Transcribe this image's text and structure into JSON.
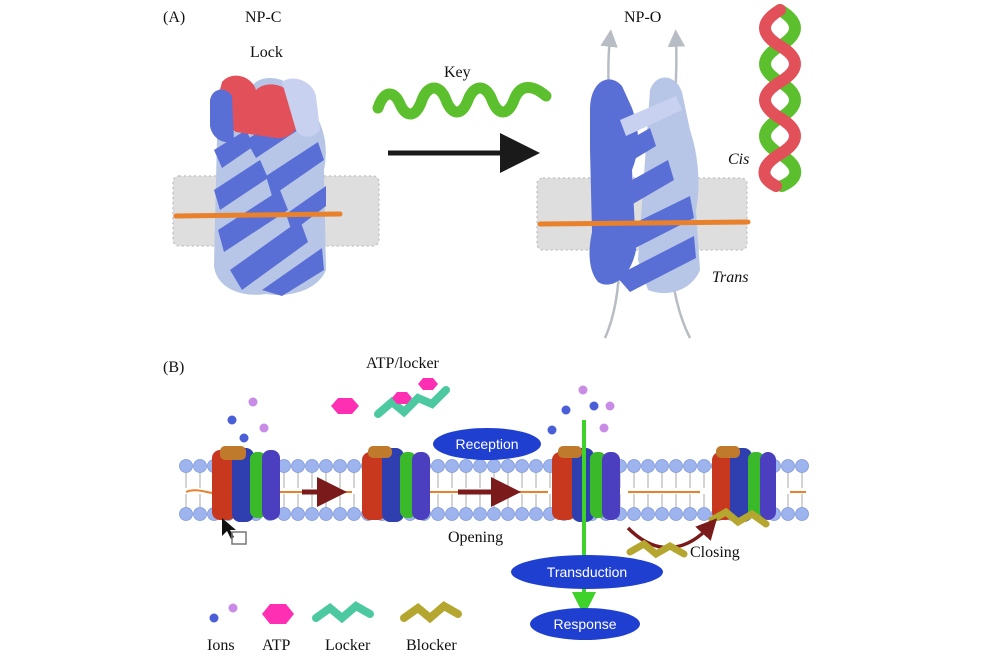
{
  "panel_a": {
    "label": "(A)",
    "np_c": "NP-C",
    "lock": "Lock",
    "key": "Key",
    "np_o": "NP-O",
    "cis": "Cis",
    "trans": "Trans"
  },
  "panel_b": {
    "label": "(B)",
    "atp_locker": "ATP/locker",
    "reception": "Reception",
    "opening": "Opening",
    "closing": "Closing",
    "transduction": "Transduction",
    "response": "Response"
  },
  "legend": {
    "items": [
      "Ions",
      "ATP",
      "Locker",
      "Blocker"
    ]
  },
  "colors": {
    "helix_dark": "#5a6fd6",
    "helix_light": "#b7c6e6",
    "lock_red": "#e2505a",
    "key_green": "#5cc02e",
    "membrane_grey": "#d9d9d9",
    "axle_orange": "#e8802c",
    "arrow_black": "#1a1a1a",
    "pill_blue": "#1f3fd0",
    "lipid_head": "#9db4ee",
    "arrow_maroon": "#7a1a1a",
    "signal_green": "#3fd22a",
    "atp_magenta": "#ff2fb4",
    "ion_blue": "#4a5ed8",
    "ion_violet": "#c98ce6",
    "locker_teal": "#4cc9a0",
    "blocker_olive": "#b5a630"
  }
}
